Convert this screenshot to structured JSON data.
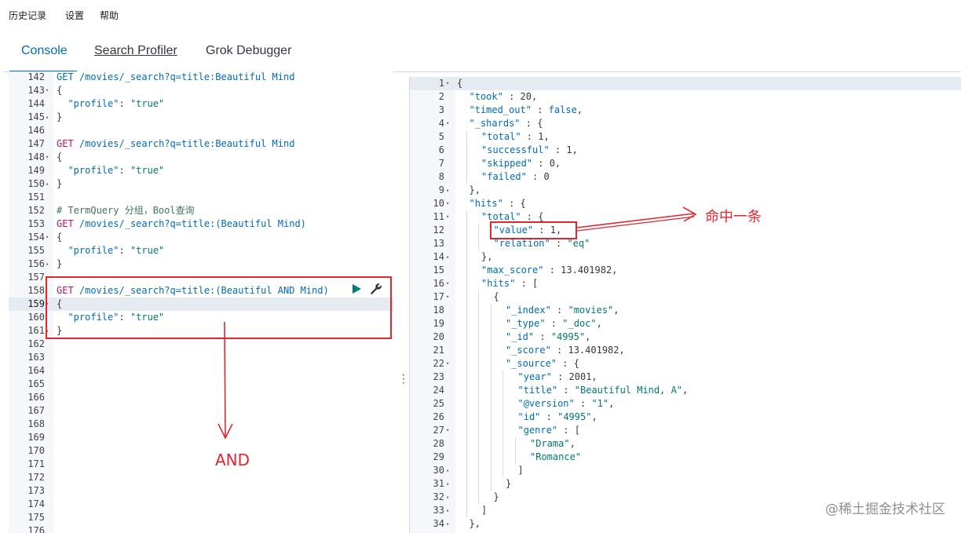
{
  "menu": {
    "history": "历史记录",
    "settings": "设置",
    "help": "帮助"
  },
  "tabs": {
    "console": "Console",
    "search_profiler": "Search Profiler",
    "grok_debugger": "Grok Debugger"
  },
  "editor": {
    "partial_line": {
      "num": "142",
      "text": "GET /movies/_search?q=title:Beautiful Mind"
    },
    "lines": [
      {
        "num": "143",
        "fold": "▾",
        "text": "{"
      },
      {
        "num": "144",
        "fold": "",
        "key": "\"profile\"",
        "val": "\"true\""
      },
      {
        "num": "145",
        "fold": "▴",
        "text": "}"
      },
      {
        "num": "146",
        "fold": "",
        "text": ""
      },
      {
        "num": "147",
        "fold": "",
        "method": "GET",
        "url": "/movies/_search?q=title:Beautiful Mind"
      },
      {
        "num": "148",
        "fold": "▾",
        "text": "{"
      },
      {
        "num": "149",
        "fold": "",
        "key": "\"profile\"",
        "val": "\"true\""
      },
      {
        "num": "150",
        "fold": "▴",
        "text": "}"
      },
      {
        "num": "151",
        "fold": "",
        "text": ""
      },
      {
        "num": "152",
        "fold": "",
        "comment": "# TermQuery 分组，Bool查询"
      },
      {
        "num": "153",
        "fold": "",
        "method": "GET",
        "url": "/movies/_search?q=title:(Beautiful Mind)"
      },
      {
        "num": "154",
        "fold": "▾",
        "text": "{"
      },
      {
        "num": "155",
        "fold": "",
        "key": "\"profile\"",
        "val": "\"true\""
      },
      {
        "num": "156",
        "fold": "▴",
        "text": "}"
      },
      {
        "num": "157",
        "fold": "",
        "text": ""
      },
      {
        "num": "158",
        "fold": "",
        "method": "GET",
        "url": "/movies/_search?q=title:(Beautiful AND Mind)"
      },
      {
        "num": "159",
        "fold": "▾",
        "text": "{"
      },
      {
        "num": "160",
        "fold": "",
        "key": "\"profile\"",
        "val": "\"true\""
      },
      {
        "num": "161",
        "fold": "▴",
        "text": "}"
      },
      {
        "num": "162",
        "fold": "",
        "text": ""
      },
      {
        "num": "163",
        "fold": "",
        "text": ""
      },
      {
        "num": "164",
        "fold": "",
        "text": ""
      },
      {
        "num": "165",
        "fold": "",
        "text": ""
      },
      {
        "num": "166",
        "fold": "",
        "text": ""
      },
      {
        "num": "167",
        "fold": "",
        "text": ""
      },
      {
        "num": "168",
        "fold": "",
        "text": ""
      },
      {
        "num": "169",
        "fold": "",
        "text": ""
      },
      {
        "num": "170",
        "fold": "",
        "text": ""
      },
      {
        "num": "171",
        "fold": "",
        "text": ""
      },
      {
        "num": "172",
        "fold": "",
        "text": ""
      },
      {
        "num": "173",
        "fold": "",
        "text": ""
      },
      {
        "num": "174",
        "fold": "",
        "text": ""
      },
      {
        "num": "175",
        "fold": "",
        "text": ""
      },
      {
        "num": "176",
        "fold": "",
        "text": ""
      }
    ]
  },
  "output": {
    "lines": [
      {
        "num": "1",
        "fold": "▾",
        "indent": 0,
        "parts": [
          [
            "n",
            "{"
          ]
        ]
      },
      {
        "num": "2",
        "fold": "",
        "indent": 1,
        "parts": [
          [
            "k",
            "\"took\""
          ],
          [
            "n",
            " : "
          ],
          [
            "n",
            "20"
          ],
          [
            "n",
            ","
          ]
        ]
      },
      {
        "num": "3",
        "fold": "",
        "indent": 1,
        "parts": [
          [
            "k",
            "\"timed_out\""
          ],
          [
            "n",
            " : "
          ],
          [
            "b",
            "false"
          ],
          [
            "n",
            ","
          ]
        ]
      },
      {
        "num": "4",
        "fold": "▾",
        "indent": 1,
        "parts": [
          [
            "k",
            "\"_shards\""
          ],
          [
            "n",
            " : {"
          ]
        ]
      },
      {
        "num": "5",
        "fold": "",
        "indent": 2,
        "parts": [
          [
            "k",
            "\"total\""
          ],
          [
            "n",
            " : 1,"
          ]
        ]
      },
      {
        "num": "6",
        "fold": "",
        "indent": 2,
        "parts": [
          [
            "k",
            "\"successful\""
          ],
          [
            "n",
            " : 1,"
          ]
        ]
      },
      {
        "num": "7",
        "fold": "",
        "indent": 2,
        "parts": [
          [
            "k",
            "\"skipped\""
          ],
          [
            "n",
            " : 0,"
          ]
        ]
      },
      {
        "num": "8",
        "fold": "",
        "indent": 2,
        "parts": [
          [
            "k",
            "\"failed\""
          ],
          [
            "n",
            " : 0"
          ]
        ]
      },
      {
        "num": "9",
        "fold": "▴",
        "indent": 1,
        "parts": [
          [
            "n",
            "},"
          ]
        ]
      },
      {
        "num": "10",
        "fold": "▾",
        "indent": 1,
        "parts": [
          [
            "k",
            "\"hits\""
          ],
          [
            "n",
            " : {"
          ]
        ]
      },
      {
        "num": "11",
        "fold": "▾",
        "indent": 2,
        "parts": [
          [
            "k",
            "\"total\""
          ],
          [
            "n",
            " : {"
          ]
        ]
      },
      {
        "num": "12",
        "fold": "",
        "indent": 3,
        "parts": [
          [
            "k",
            "\"value\""
          ],
          [
            "n",
            " : 1,"
          ]
        ]
      },
      {
        "num": "13",
        "fold": "",
        "indent": 3,
        "parts": [
          [
            "k",
            "\"relation\""
          ],
          [
            "n",
            " : "
          ],
          [
            "s",
            "\"eq\""
          ]
        ]
      },
      {
        "num": "14",
        "fold": "▴",
        "indent": 2,
        "parts": [
          [
            "n",
            "},"
          ]
        ]
      },
      {
        "num": "15",
        "fold": "",
        "indent": 2,
        "parts": [
          [
            "k",
            "\"max_score\""
          ],
          [
            "n",
            " : 13.401982,"
          ]
        ]
      },
      {
        "num": "16",
        "fold": "▾",
        "indent": 2,
        "parts": [
          [
            "k",
            "\"hits\""
          ],
          [
            "n",
            " : ["
          ]
        ]
      },
      {
        "num": "17",
        "fold": "▾",
        "indent": 3,
        "parts": [
          [
            "n",
            "{"
          ]
        ]
      },
      {
        "num": "18",
        "fold": "",
        "indent": 4,
        "parts": [
          [
            "k",
            "\"_index\""
          ],
          [
            "n",
            " : "
          ],
          [
            "s",
            "\"movies\""
          ],
          [
            "n",
            ","
          ]
        ]
      },
      {
        "num": "19",
        "fold": "",
        "indent": 4,
        "parts": [
          [
            "k",
            "\"_type\""
          ],
          [
            "n",
            " : "
          ],
          [
            "s",
            "\"_doc\""
          ],
          [
            "n",
            ","
          ]
        ]
      },
      {
        "num": "20",
        "fold": "",
        "indent": 4,
        "parts": [
          [
            "k",
            "\"_id\""
          ],
          [
            "n",
            " : "
          ],
          [
            "s",
            "\"4995\""
          ],
          [
            "n",
            ","
          ]
        ]
      },
      {
        "num": "21",
        "fold": "",
        "indent": 4,
        "parts": [
          [
            "k",
            "\"_score\""
          ],
          [
            "n",
            " : 13.401982,"
          ]
        ]
      },
      {
        "num": "22",
        "fold": "▾",
        "indent": 4,
        "parts": [
          [
            "k",
            "\"_source\""
          ],
          [
            "n",
            " : {"
          ]
        ]
      },
      {
        "num": "23",
        "fold": "",
        "indent": 5,
        "parts": [
          [
            "k",
            "\"year\""
          ],
          [
            "n",
            " : 2001,"
          ]
        ]
      },
      {
        "num": "24",
        "fold": "",
        "indent": 5,
        "parts": [
          [
            "k",
            "\"title\""
          ],
          [
            "n",
            " : "
          ],
          [
            "s",
            "\"Beautiful Mind, A\""
          ],
          [
            "n",
            ","
          ]
        ]
      },
      {
        "num": "25",
        "fold": "",
        "indent": 5,
        "parts": [
          [
            "k",
            "\"@version\""
          ],
          [
            "n",
            " : "
          ],
          [
            "s",
            "\"1\""
          ],
          [
            "n",
            ","
          ]
        ]
      },
      {
        "num": "26",
        "fold": "",
        "indent": 5,
        "parts": [
          [
            "k",
            "\"id\""
          ],
          [
            "n",
            " : "
          ],
          [
            "s",
            "\"4995\""
          ],
          [
            "n",
            ","
          ]
        ]
      },
      {
        "num": "27",
        "fold": "▾",
        "indent": 5,
        "parts": [
          [
            "k",
            "\"genre\""
          ],
          [
            "n",
            " : ["
          ]
        ]
      },
      {
        "num": "28",
        "fold": "",
        "indent": 6,
        "parts": [
          [
            "s",
            "\"Drama\""
          ],
          [
            "n",
            ","
          ]
        ]
      },
      {
        "num": "29",
        "fold": "",
        "indent": 6,
        "parts": [
          [
            "s",
            "\"Romance\""
          ]
        ]
      },
      {
        "num": "30",
        "fold": "▴",
        "indent": 5,
        "parts": [
          [
            "n",
            "]"
          ]
        ]
      },
      {
        "num": "31",
        "fold": "▴",
        "indent": 4,
        "parts": [
          [
            "n",
            "}"
          ]
        ]
      },
      {
        "num": "32",
        "fold": "▴",
        "indent": 3,
        "parts": [
          [
            "n",
            "}"
          ]
        ]
      },
      {
        "num": "33",
        "fold": "▴",
        "indent": 2,
        "parts": [
          [
            "n",
            "]"
          ]
        ]
      },
      {
        "num": "34",
        "fold": "▴",
        "indent": 1,
        "parts": [
          [
            "n",
            "},"
          ]
        ]
      }
    ]
  },
  "annotations": {
    "hit_label": "命中一条",
    "and_label": "AND"
  },
  "watermark": "@稀土掘金技术社区",
  "colors": {
    "accent": "#006bb8",
    "annotation": "#e0262f",
    "run_button": "#017d73"
  }
}
